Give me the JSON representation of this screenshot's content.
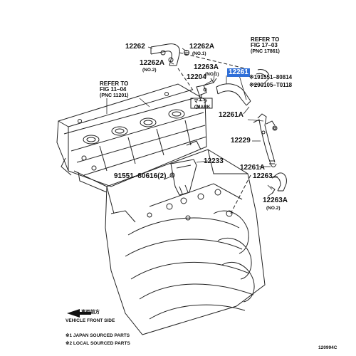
{
  "labels": {
    "p12262": "12262",
    "p12262A": "12262A",
    "p12263A": "12263A",
    "p12204": "12204",
    "p12261": "12261",
    "p12261A": "12261A",
    "p12229": "12229",
    "p12233": "12233",
    "p12263": "12263",
    "p91551_80814": "※191551–80814",
    "p290105": "※290105–T0118",
    "p91551_80616": "91551–80616(2)",
    "no1": "(NO.1)",
    "no2": "(NO.2)",
    "mark_jp": "マーク",
    "mark": "MARK"
  },
  "refs": {
    "r1": {
      "line1": "REFER TO",
      "line2": "FIG 17–03",
      "line3": "(PNC 17861)"
    },
    "r2": {
      "line1": "REFER TO",
      "line2": "FIG 11–04",
      "line3": "(PNC 11201)"
    }
  },
  "footer": {
    "front_jp": "車両前方",
    "front_en": "VEHICLE FRONT SIDE",
    "note1": "※1 JAPAN SOURCED PARTS",
    "note2": "※2 LOCAL SOURCED PARTS",
    "diagram_id": "120994C"
  },
  "colors": {
    "highlight": "#2f6fd8",
    "line": "#222222",
    "background": "#ffffff"
  }
}
